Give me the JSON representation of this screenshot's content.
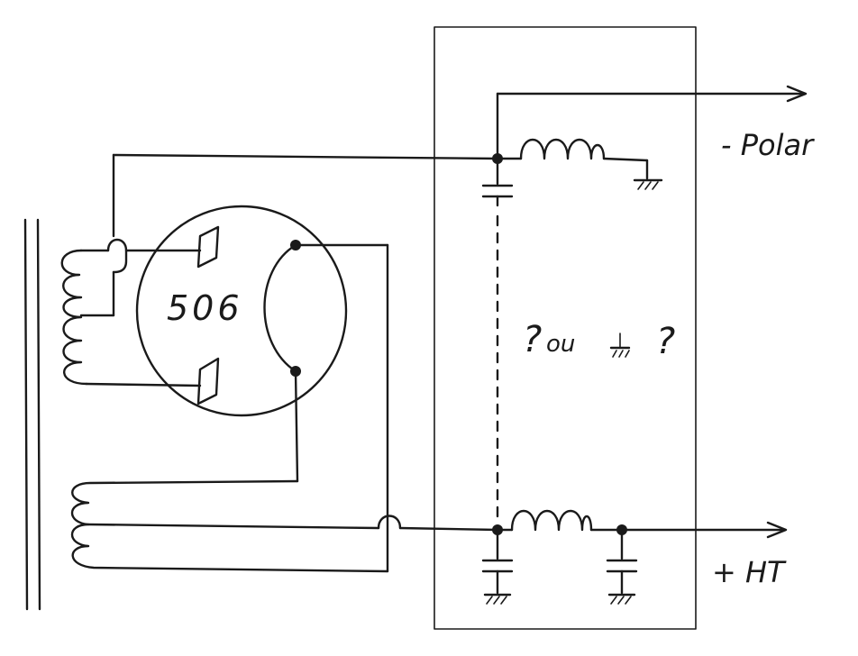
{
  "diagram": {
    "tube_label": "506",
    "outputs": {
      "polar_label": "- Polar",
      "ht_label": "+ HT"
    },
    "question": {
      "left_mark": "?",
      "word": "ou",
      "right_mark": "?"
    }
  }
}
